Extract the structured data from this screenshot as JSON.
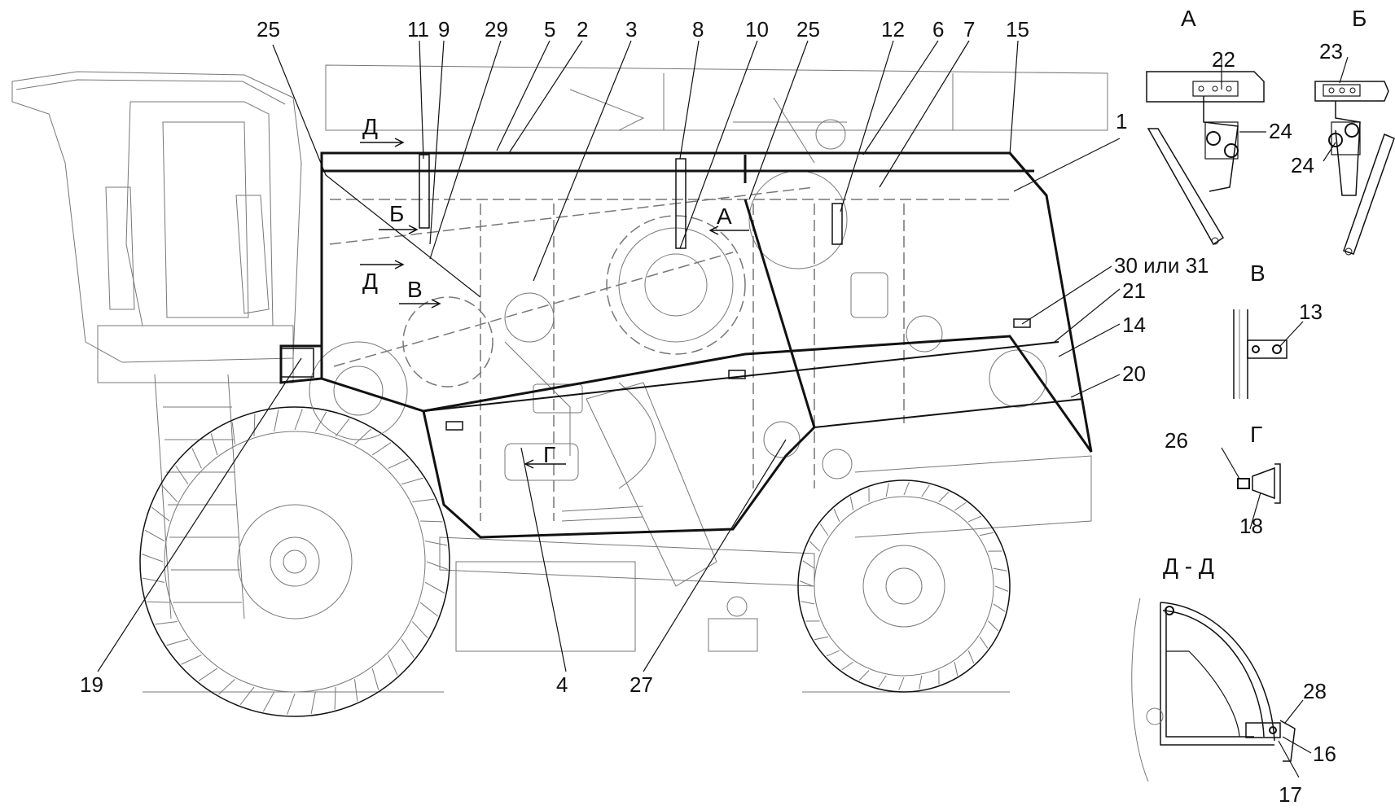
{
  "figure": {
    "callouts": [
      {
        "id": "c25a",
        "text": "25"
      },
      {
        "id": "c11",
        "text": "11"
      },
      {
        "id": "c9",
        "text": "9"
      },
      {
        "id": "c29",
        "text": "29"
      },
      {
        "id": "c5",
        "text": "5"
      },
      {
        "id": "c2",
        "text": "2"
      },
      {
        "id": "c3",
        "text": "3"
      },
      {
        "id": "c8",
        "text": "8"
      },
      {
        "id": "c10",
        "text": "10"
      },
      {
        "id": "c25b",
        "text": "25"
      },
      {
        "id": "c12",
        "text": "12"
      },
      {
        "id": "c6",
        "text": "6"
      },
      {
        "id": "c7",
        "text": "7"
      },
      {
        "id": "c15",
        "text": "15"
      },
      {
        "id": "c1",
        "text": "1"
      },
      {
        "id": "c30",
        "text": "30 или 31"
      },
      {
        "id": "c21",
        "text": "21"
      },
      {
        "id": "c14",
        "text": "14"
      },
      {
        "id": "c20",
        "text": "20"
      },
      {
        "id": "c19",
        "text": "19"
      },
      {
        "id": "c4",
        "text": "4"
      },
      {
        "id": "c27",
        "text": "27"
      }
    ],
    "section_marks": [
      {
        "id": "mD1",
        "text": "Д"
      },
      {
        "id": "mB",
        "text": "Б"
      },
      {
        "id": "mD2",
        "text": "Д"
      },
      {
        "id": "mV",
        "text": "В"
      },
      {
        "id": "mA",
        "text": "А"
      },
      {
        "id": "mG",
        "text": "Г"
      }
    ]
  },
  "details": {
    "view_a": {
      "title": "А",
      "labels": [
        "22",
        "24"
      ]
    },
    "view_b": {
      "title": "Б",
      "labels": [
        "23",
        "24"
      ]
    },
    "view_v": {
      "title": "В",
      "labels": [
        "13"
      ]
    },
    "view_g": {
      "title": "Г",
      "labels": [
        "26",
        "18"
      ]
    },
    "view_dd": {
      "title": "Д - Д",
      "labels": [
        "28",
        "16",
        "17"
      ]
    }
  }
}
